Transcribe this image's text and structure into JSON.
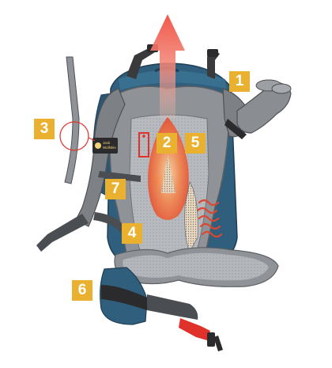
{
  "callouts": [
    {
      "id": "1",
      "label": "1"
    },
    {
      "id": "2",
      "label": "2"
    },
    {
      "id": "3",
      "label": "3"
    },
    {
      "id": "4",
      "label": "4"
    },
    {
      "id": "5",
      "label": "5"
    },
    {
      "id": "6",
      "label": "6"
    },
    {
      "id": "7",
      "label": "7"
    }
  ],
  "brand": {
    "logo_text_line1": "Jack",
    "logo_text_line2": "Wolfskin"
  },
  "colors": {
    "pack_blue": "#2f5f7c",
    "back_panel_grey": "#8f9296",
    "mesh_grey": "#b7babe",
    "airflow_red": "#e23b2a",
    "badge_yellow": "#e9b12f",
    "buckle_red": "#e0322a",
    "strap_dark": "#2b2b2d"
  },
  "icons": [
    "airflow-arrow-icon",
    "heat-waves-icon",
    "stay-rod-icon",
    "magnifier-circle-icon",
    "buckle-icon"
  ]
}
